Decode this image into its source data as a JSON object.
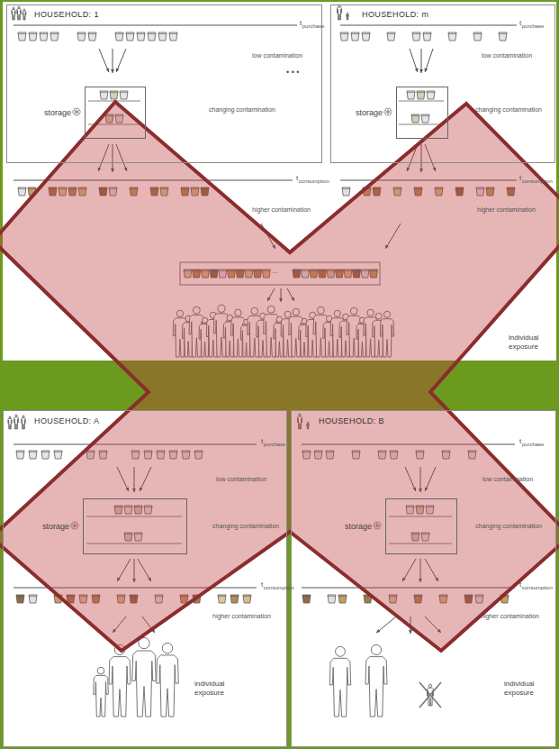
{
  "diagram": {
    "nodes": [
      {
        "text": [
          "HOUSEHOLD: 1"
        ]
      },
      {
        "text": [
          "storage"
        ],
        "in": 0
      },
      {
        "text": [
          "HOUSEHOLD: m"
        ]
      },
      {
        "text": [
          "storage"
        ],
        "in": 2
      },
      {
        "text": [
          "HOUSEHOLD: A"
        ]
      },
      {
        "text": [
          "storage"
        ],
        "in": 4
      },
      {
        "text": [
          "HOUSEHOLD: B"
        ]
      },
      {
        "text": [
          "storage"
        ],
        "in": 6
      }
    ],
    "labels": [
      "t",
      "purchase",
      "low contamination",
      "changing contamination",
      "t",
      "consumption",
      "higher contamination",
      "• • •",
      "t",
      "purchase",
      "low contamination",
      "changing contamination",
      "t",
      "consumption",
      "higher contamination",
      "...",
      "individual exposure",
      "t",
      "purchase",
      "low contamination",
      "changing contamination",
      "t",
      "consumption",
      "higher contamination",
      "individual exposure",
      "t",
      "purchase",
      "low contamination",
      "changing contamination",
      "t",
      "consumption",
      "higher contamination",
      "individual exposure"
    ]
  }
}
